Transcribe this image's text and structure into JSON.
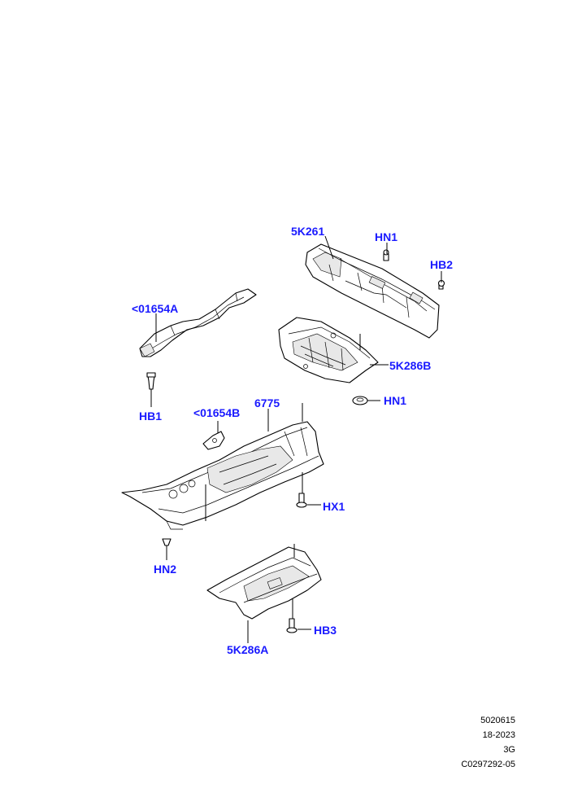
{
  "colors": {
    "callout": "#1a1aff",
    "line": "#000000",
    "background": "#ffffff"
  },
  "callouts": {
    "p5k261": "5K261",
    "hn1_top": "HN1",
    "hb2": "HB2",
    "p01654a": "<01654A",
    "p5k286b": "5K286B",
    "hn1_mid": "HN1",
    "hb1": "HB1",
    "p01654b": "<01654B",
    "p6775": "6775",
    "hx1": "HX1",
    "hn2": "HN2",
    "hb3": "HB3",
    "p5k286a": "5K286A"
  },
  "footer": {
    "line1": "5020615",
    "line2": "18-2023",
    "line3": "3G",
    "line4": "C0297292-05"
  }
}
